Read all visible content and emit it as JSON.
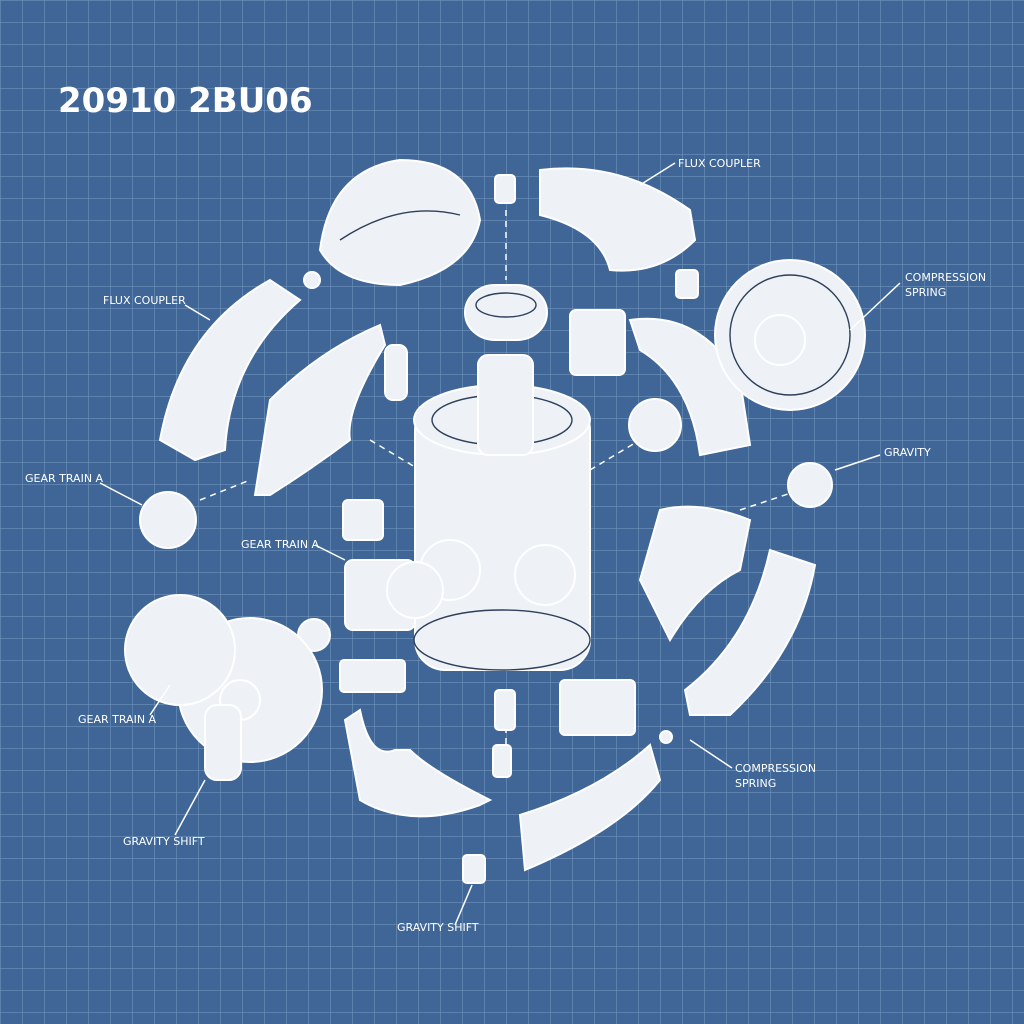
{
  "title": "20910 2BU06",
  "colors": {
    "background": "#3f6696",
    "grid": "#6f93bd",
    "line": "#ffffff"
  },
  "labels": [
    {
      "id": "flux-coupler-top",
      "lines": [
        "FLUX COUPLER"
      ]
    },
    {
      "id": "flux-coupler-left",
      "lines": [
        "FLUX COUPLER"
      ]
    },
    {
      "id": "compression-spring-right",
      "lines": [
        "COMPRESSION",
        "SPRING"
      ]
    },
    {
      "id": "gravity",
      "lines": [
        "GRAVITY"
      ]
    },
    {
      "id": "gear-train-a-left",
      "lines": [
        "GEAR TRAIN A"
      ]
    },
    {
      "id": "gear-train-a-center",
      "lines": [
        "GEAR TRAIN A"
      ]
    },
    {
      "id": "gear-train-a-bottom",
      "lines": [
        "GEAR TRAIN A"
      ]
    },
    {
      "id": "compression-spring-bottom",
      "lines": [
        "COMPRESSION",
        "SPRING"
      ]
    },
    {
      "id": "gravity-shift-left",
      "lines": [
        "GRAVITY SHIFT"
      ]
    },
    {
      "id": "gravity-shift-bottom",
      "lines": [
        "GRAVITY SHIFT"
      ]
    }
  ]
}
